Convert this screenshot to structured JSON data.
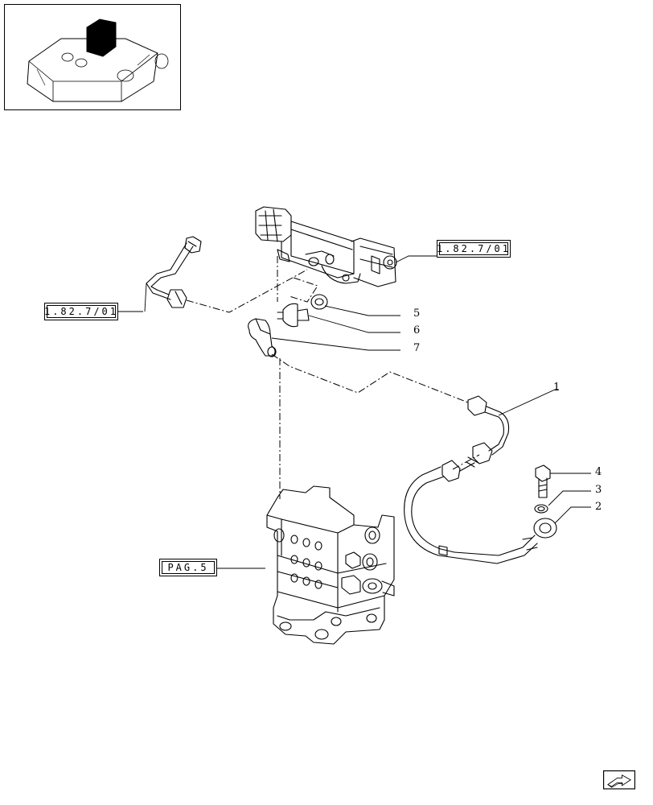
{
  "references": {
    "upper_right": "1.82.7/01",
    "left": "1.82.7/01",
    "lower_left": "PAG.5"
  },
  "callouts": [
    "1",
    "2",
    "3",
    "4",
    "5",
    "6",
    "7"
  ],
  "navigation": {
    "icon": "next-page-arrow-icon"
  },
  "thumbnail": {
    "icon": "tractor-lift-housing-icon",
    "highlight_color": "#000000"
  }
}
